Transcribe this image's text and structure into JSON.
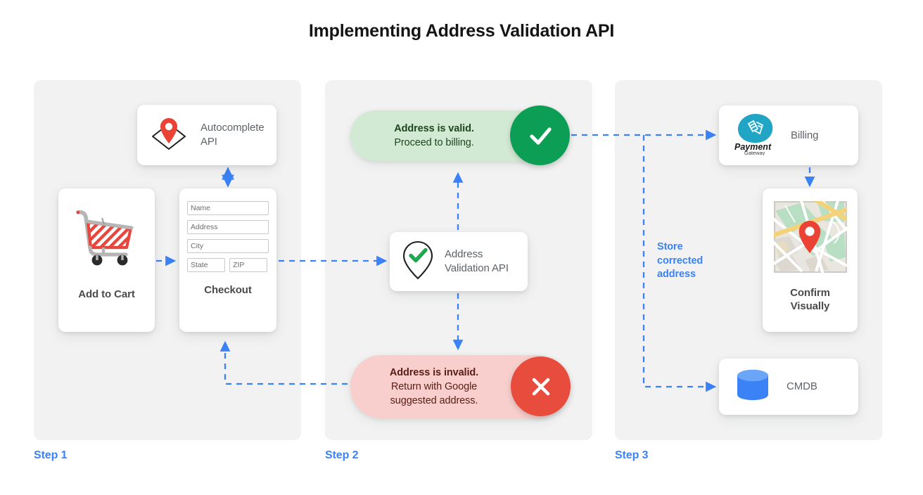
{
  "page": {
    "title": "Implementing Address Validation API"
  },
  "colors": {
    "accent_blue": "#3b82f6",
    "success_green": "#0b9e54",
    "success_bg": "#d2ead4",
    "error_red": "#e84c3d",
    "error_bg": "#f8cfcc",
    "panel_bg": "#f2f2f2",
    "card_bg": "#ffffff",
    "pin_red": "#ea4335",
    "payment_teal": "#21a5c4",
    "db_blue": "#3b82f6",
    "text_dark": "#141414",
    "text_muted": "#5f6368"
  },
  "steps": [
    {
      "id": "step1",
      "label": "Step 1"
    },
    {
      "id": "step2",
      "label": "Step 2"
    },
    {
      "id": "step3",
      "label": "Step 3"
    }
  ],
  "step1": {
    "autocomplete_card": {
      "icon": "map-pin-diamond-icon",
      "label_line1": "Autocomplete",
      "label_line2": "API"
    },
    "add_to_cart_card": {
      "icon": "shopping-cart-icon",
      "caption": "Add to Cart"
    },
    "checkout_card": {
      "icon": "checkout-form-icon",
      "caption": "Checkout",
      "fields": [
        {
          "name": "name-field",
          "placeholder": "Name"
        },
        {
          "name": "address-field",
          "placeholder": "Address"
        },
        {
          "name": "city-field",
          "placeholder": "City"
        },
        {
          "name": "state-field",
          "placeholder": "State"
        },
        {
          "name": "zip-field",
          "placeholder": "ZIP"
        }
      ]
    }
  },
  "step2": {
    "valid_pill": {
      "icon": "check-circle-icon",
      "title": "Address is valid.",
      "subtitle": "Proceed to billing."
    },
    "validation_card": {
      "icon": "pin-check-icon",
      "label_line1": "Address",
      "label_line2": "Validation API"
    },
    "invalid_pill": {
      "icon": "x-circle-icon",
      "title": "Address is invalid.",
      "subtitle_line1": "Return with Google",
      "subtitle_line2": "suggested address."
    }
  },
  "step3": {
    "billing_card": {
      "icon": "payment-gateway-logo",
      "logo_word": "Payment",
      "logo_sub": "Gateway",
      "label": "Billing"
    },
    "confirm_card": {
      "icon": "map-thumbnail-icon",
      "caption_line1": "Confirm",
      "caption_line2": "Visually"
    },
    "cmdb_card": {
      "icon": "database-cylinder-icon",
      "label": "CMDB"
    },
    "store_note": {
      "line1": "Store",
      "line2": "corrected",
      "line3": "address"
    }
  },
  "connectors": [
    {
      "name": "cart-to-checkout",
      "style": "dashed-arrow",
      "direction": "right"
    },
    {
      "name": "checkout-to-autocomplete",
      "style": "solid-double-arrow",
      "direction": "vertical-both"
    },
    {
      "name": "checkout-to-validation",
      "style": "dashed-arrow",
      "direction": "right"
    },
    {
      "name": "validation-to-valid",
      "style": "dashed-arrow",
      "direction": "up"
    },
    {
      "name": "validation-to-invalid",
      "style": "dashed-arrow",
      "direction": "down"
    },
    {
      "name": "invalid-to-checkout",
      "style": "dashed-arrow",
      "direction": "left-up"
    },
    {
      "name": "valid-to-billing",
      "style": "dashed-arrow",
      "direction": "right"
    },
    {
      "name": "billing-to-confirm",
      "style": "dashed-arrow",
      "direction": "down"
    },
    {
      "name": "branch-to-cmdb",
      "style": "dashed-arrow",
      "direction": "down-right"
    }
  ]
}
